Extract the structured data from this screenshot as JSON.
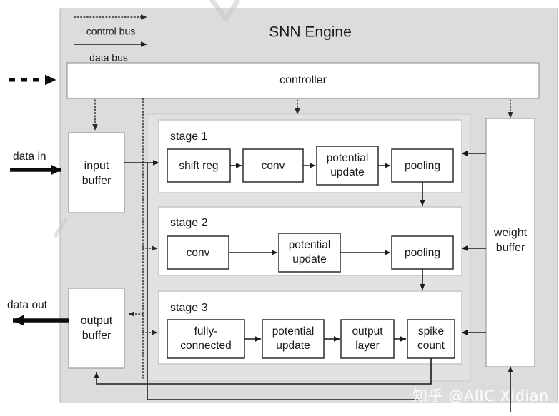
{
  "diagram": {
    "title": "SNN Engine",
    "legend": {
      "control_bus": "control bus",
      "data_bus": "data bus"
    },
    "io": {
      "data_in": "data in",
      "data_out": "data out"
    },
    "controller": "controller",
    "buffers": {
      "input": "input\nbuffer",
      "input_line1": "input",
      "input_line2": "buffer",
      "output_line1": "output",
      "output_line2": "buffer",
      "weight_line1": "weight",
      "weight_line2": "buffer"
    },
    "stages": [
      {
        "label": "stage 1",
        "units": [
          {
            "line1": "shift reg",
            "line2": ""
          },
          {
            "line1": "conv",
            "line2": ""
          },
          {
            "line1": "potential",
            "line2": "update"
          },
          {
            "line1": "pooling",
            "line2": ""
          }
        ]
      },
      {
        "label": "stage 2",
        "units": [
          {
            "line1": "conv",
            "line2": ""
          },
          {
            "line1": "potential",
            "line2": "update"
          },
          {
            "line1": "pooling",
            "line2": ""
          }
        ]
      },
      {
        "label": "stage 3",
        "units": [
          {
            "line1": "fully-",
            "line2": "connected"
          },
          {
            "line1": "potential",
            "line2": "update"
          },
          {
            "line1": "output",
            "line2": "layer"
          },
          {
            "line1": "spike",
            "line2": "count"
          }
        ]
      }
    ],
    "watermark": "知乎 @AIIC Xidian",
    "colors": {
      "panel": "#dcdcdc",
      "stages_region": "#e2e2e2",
      "box_fill": "#ffffff",
      "line": "#1a1a1a",
      "box_stroke": "#2b2b2b"
    }
  }
}
